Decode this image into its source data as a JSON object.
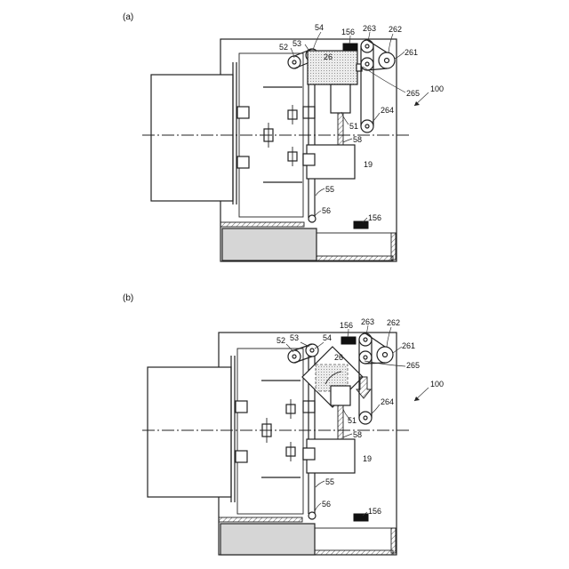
{
  "panels": [
    {
      "id": "a",
      "label": "(a)",
      "refs": {
        "r52": "52",
        "r53": "53",
        "r54": "54",
        "r156top": "156",
        "r263": "263",
        "r262": "262",
        "r261": "261",
        "r26": "26",
        "r265": "265",
        "r100": "100",
        "r51": "51",
        "r264": "264",
        "r58": "58",
        "r19": "19",
        "r55": "55",
        "r56": "56",
        "r156bot": "156"
      }
    },
    {
      "id": "b",
      "label": "(b)",
      "refs": {
        "r52": "52",
        "r53": "53",
        "r54": "54",
        "r156top": "156",
        "r263": "263",
        "r262": "262",
        "r261": "261",
        "r26": "26",
        "r265": "265",
        "r100": "100",
        "r51": "51",
        "r264": "264",
        "r58": "58",
        "r19": "19",
        "r55": "55",
        "r56": "56",
        "r156bot": "156"
      }
    }
  ]
}
